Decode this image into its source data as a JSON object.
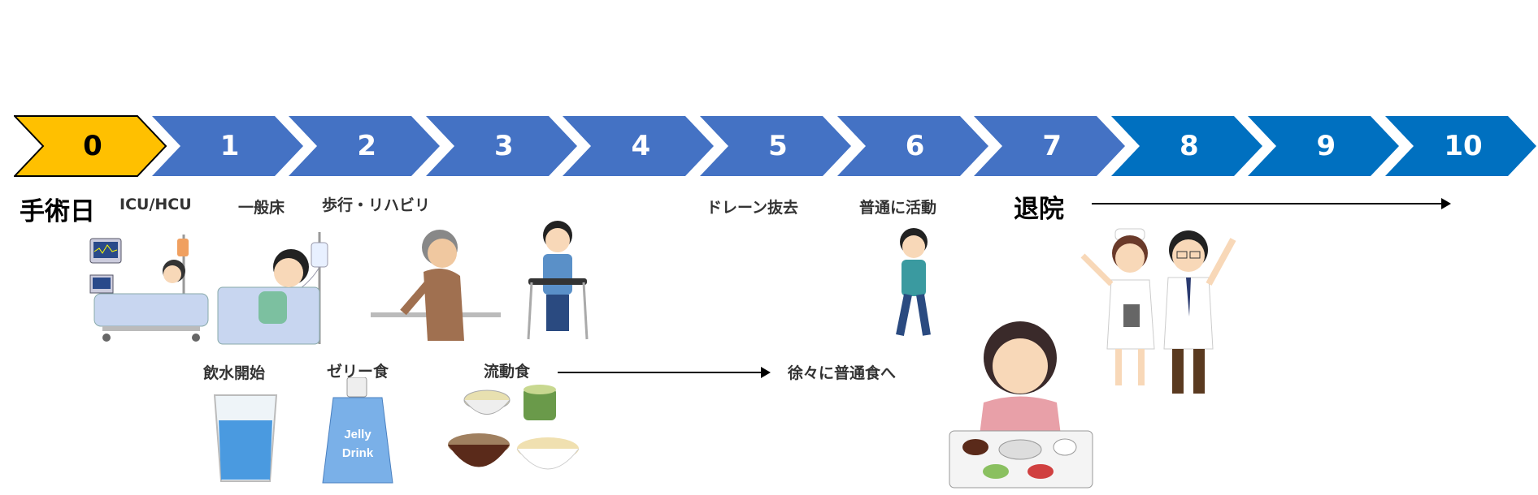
{
  "timeline": {
    "days": [
      {
        "label": "0",
        "color": "#FFC000",
        "text_color": "#000000"
      },
      {
        "label": "1",
        "color": "#4472C4",
        "text_color": "#FFFFFF"
      },
      {
        "label": "2",
        "color": "#4472C4",
        "text_color": "#FFFFFF"
      },
      {
        "label": "3",
        "color": "#4472C4",
        "text_color": "#FFFFFF"
      },
      {
        "label": "4",
        "color": "#4472C4",
        "text_color": "#FFFFFF"
      },
      {
        "label": "5",
        "color": "#4472C4",
        "text_color": "#FFFFFF"
      },
      {
        "label": "6",
        "color": "#4472C4",
        "text_color": "#FFFFFF"
      },
      {
        "label": "7",
        "color": "#4472C4",
        "text_color": "#FFFFFF"
      },
      {
        "label": "8",
        "color": "#0070C0",
        "text_color": "#FFFFFF"
      },
      {
        "label": "9",
        "color": "#0070C0",
        "text_color": "#FFFFFF"
      },
      {
        "label": "10",
        "color": "#0070C0",
        "text_color": "#FFFFFF"
      }
    ]
  },
  "activity": {
    "surgery_day": "手術日",
    "icu": "ICU/HCU",
    "general_ward": "一般床",
    "walking": "歩行・リハビリ",
    "drain_removal": "ドレーン抜去",
    "normal_activity": "普通に活動",
    "discharge": "退院"
  },
  "diet": {
    "water": "飲水開始",
    "jelly": "ゼリー食",
    "liquid": "流動食",
    "gradual": "徐々に普通食へ",
    "jelly_pack_text": "Jelly Drink"
  }
}
